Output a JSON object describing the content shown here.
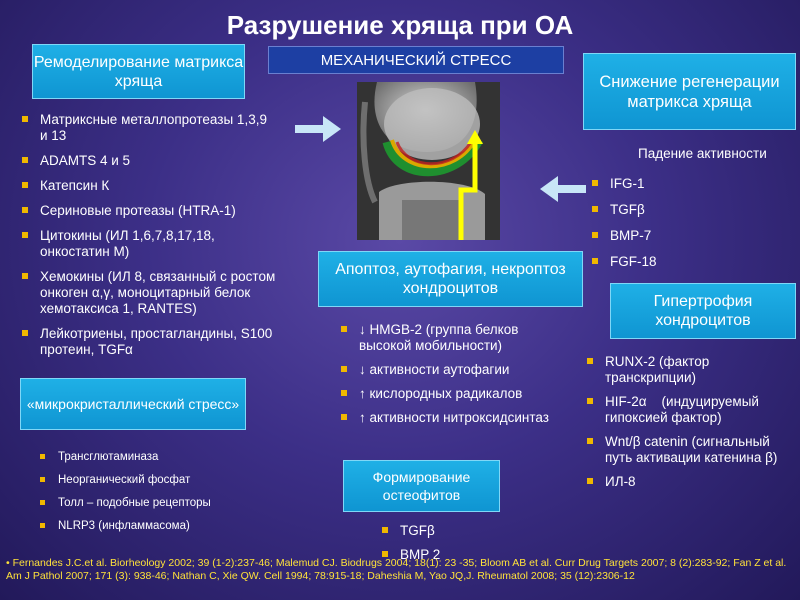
{
  "title": "Разрушение хряща при ОА",
  "boxes": {
    "remodeling": "Ремоделирование матрикса хряща",
    "mech_stress": "МЕХАНИЧЕСКИЙ СТРЕСС",
    "regen_decline": "Снижение регенерации матрикса хряща",
    "apoptosis": "Апоптоз, аутофагия, некроптоз хондроцитов",
    "hypertrophy": "Гипертрофия хондроцитов",
    "microcrystal": "«микрокристаллический стресс»",
    "osteophytes": "Формирование остеофитов"
  },
  "left_list": [
    "Матриксные металлопротеазы 1,3,9 и 13",
    "ADAMTS 4 и 5",
    "Катепсин К",
    "Сериновые протеазы (HTRA-1)",
    "Цитокины (ИЛ 1,6,7,8,17,18, онкостатин М)",
    "Хемокины (ИЛ 8, связанный с ростом онкоген α,γ, моноцитарный белок хемотаксиса 1, RANTES)",
    "Лейкотриены, простагландины, S100 протеин, TGFα"
  ],
  "microcrystal_list": [
    "Трансглютаминаза",
    "Неорганический фосфат",
    "Толл – подобные рецепторы",
    "NLRP3 (инфламмасома)"
  ],
  "right_heading": "Падение активности",
  "right_list": [
    "IFG-1",
    "TGFβ",
    "BMP-7",
    "FGF-18"
  ],
  "center_list": [
    "↓ HMGB-2 (группа белков высокой мобильности)",
    "↓ активности аутофагии",
    "↑ кислородных радикалов",
    "↑ активности нитроксидсинтаз"
  ],
  "osteo_list": [
    "TGFβ",
    "BMP 2"
  ],
  "hyper_list": [
    "RUNX-2 (фактор транскрипции)",
    "HIF-2α    (индуцируемый гипоксией фактор)",
    "Wnt/β catenin (сигнальный путь активации катенина β)",
    "ИЛ-8"
  ],
  "references": "• Fernandes J.C.et al. Biorheology 2002; 39 (1-2):237-46;  Malemud CJ. Biodrugs 2004; 18(1): 23 -35;  Bloom AB et al. Curr Drug Targets 2007; 8 (2):283-92;  Fan Z et al. Am J Pathol 2007; 171 (3): 938-46;  Nathan C, Xie QW. Cell 1994; 78:915-18;  Daheshia M, Yao JQ,J. Rheumatol 2008; 35 (12):2306-12",
  "colors": {
    "cyan_box": "#1fb0e6",
    "dark_blue_box": "#1d3fa3",
    "bullet": "#f0b800",
    "arrow": "#c8e6f7",
    "mri_arrow": "#ffff00",
    "references": "#ffe23a"
  },
  "icons": [
    "right-arrow-icon",
    "left-arrow-icon",
    "mri-knee-image"
  ]
}
